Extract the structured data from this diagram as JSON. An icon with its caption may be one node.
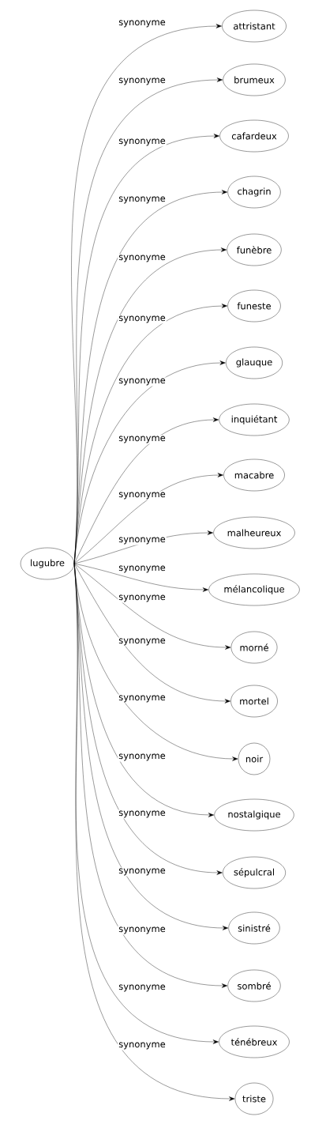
{
  "diagram": {
    "nodes": [
      {
        "text": [
          "lugubre"
        ]
      },
      {
        "text": [
          "attristant"
        ]
      },
      {
        "text": [
          "brumeux"
        ]
      },
      {
        "text": [
          "cafardeux"
        ]
      },
      {
        "text": [
          "chagrin"
        ]
      },
      {
        "text": [
          "funèbre"
        ]
      },
      {
        "text": [
          "funeste"
        ]
      },
      {
        "text": [
          "glauque"
        ]
      },
      {
        "text": [
          "inquiétant"
        ]
      },
      {
        "text": [
          "macabre"
        ]
      },
      {
        "text": [
          "malheureux"
        ]
      },
      {
        "text": [
          "mélancolique"
        ]
      },
      {
        "text": [
          "morné"
        ]
      },
      {
        "text": [
          "mortel"
        ]
      },
      {
        "text": [
          "noir"
        ]
      },
      {
        "text": [
          "nostalgique"
        ]
      },
      {
        "text": [
          "sépulcral"
        ]
      },
      {
        "text": [
          "sinistré"
        ]
      },
      {
        "text": [
          "sombré"
        ]
      },
      {
        "text": [
          "ténébreux"
        ]
      },
      {
        "text": [
          "triste"
        ]
      }
    ],
    "edges": [
      {
        "from": 0,
        "to": 1,
        "arrow": "to",
        "label": "synonyme"
      },
      {
        "from": 0,
        "to": 2,
        "arrow": "to",
        "label": "synonyme"
      },
      {
        "from": 0,
        "to": 3,
        "arrow": "to",
        "label": "synonyme"
      },
      {
        "from": 0,
        "to": 4,
        "arrow": "to",
        "label": "synonyme"
      },
      {
        "from": 0,
        "to": 5,
        "arrow": "to",
        "label": "synonyme"
      },
      {
        "from": 0,
        "to": 6,
        "arrow": "to",
        "label": "synonyme"
      },
      {
        "from": 0,
        "to": 7,
        "arrow": "to",
        "label": "synonyme"
      },
      {
        "from": 0,
        "to": 8,
        "arrow": "to",
        "label": "synonyme"
      },
      {
        "from": 0,
        "to": 9,
        "arrow": "to",
        "label": "synonyme"
      },
      {
        "from": 0,
        "to": 10,
        "arrow": "to",
        "label": "synonyme"
      },
      {
        "from": 0,
        "to": 11,
        "arrow": "to",
        "label": "synonyme"
      },
      {
        "from": 0,
        "to": 12,
        "arrow": "to",
        "label": "synonyme"
      },
      {
        "from": 0,
        "to": 13,
        "arrow": "to",
        "label": "synonyme"
      },
      {
        "from": 0,
        "to": 14,
        "arrow": "to",
        "label": "synonyme"
      },
      {
        "from": 0,
        "to": 15,
        "arrow": "to",
        "label": "synonyme"
      },
      {
        "from": 0,
        "to": 16,
        "arrow": "to",
        "label": "synonyme"
      },
      {
        "from": 0,
        "to": 17,
        "arrow": "to",
        "label": "synonyme"
      },
      {
        "from": 0,
        "to": 18,
        "arrow": "to",
        "label": "synonyme"
      },
      {
        "from": 0,
        "to": 19,
        "arrow": "to",
        "label": "synonyme"
      },
      {
        "from": 0,
        "to": 20,
        "arrow": "to",
        "label": "synonyme"
      }
    ]
  }
}
